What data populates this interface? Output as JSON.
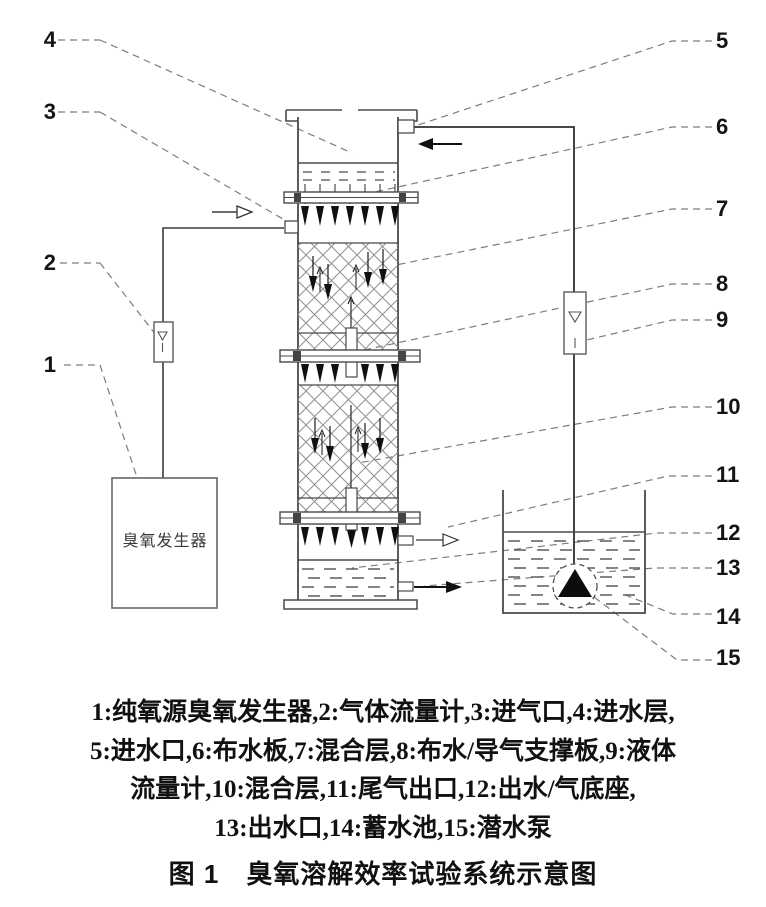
{
  "callouts": [
    "1",
    "2",
    "3",
    "4",
    "5",
    "6",
    "7",
    "8",
    "9",
    "10",
    "11",
    "12",
    "13",
    "14",
    "15"
  ],
  "diagram": {
    "ozone_generator_label": "臭氧发生器"
  },
  "caption": {
    "lines": [
      "1:纯氧源臭氧发生器,2:气体流量计,3:进气口,4:进水层,",
      "5:进水口,6:布水板,7:混合层,8:布水/导气支撑板,9:液体",
      "流量计,10:混合层,11:尾气出口,12:出水/气底座,",
      "13:出水口,14:蓄水池,15:潜水泵"
    ],
    "title": "图 1　臭氧溶解效率试验系统示意图"
  }
}
